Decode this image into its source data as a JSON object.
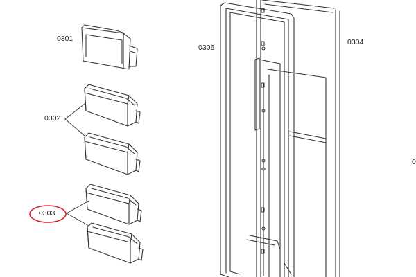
{
  "labels": {
    "part_0301": "0301",
    "part_0302": "0302",
    "part_0303": "0303",
    "part_0304": "0304",
    "part_0306": "0306",
    "edge_partial": "0"
  },
  "colors": {
    "line": "#333333",
    "highlight": "#d0262d",
    "background": "#ffffff"
  }
}
